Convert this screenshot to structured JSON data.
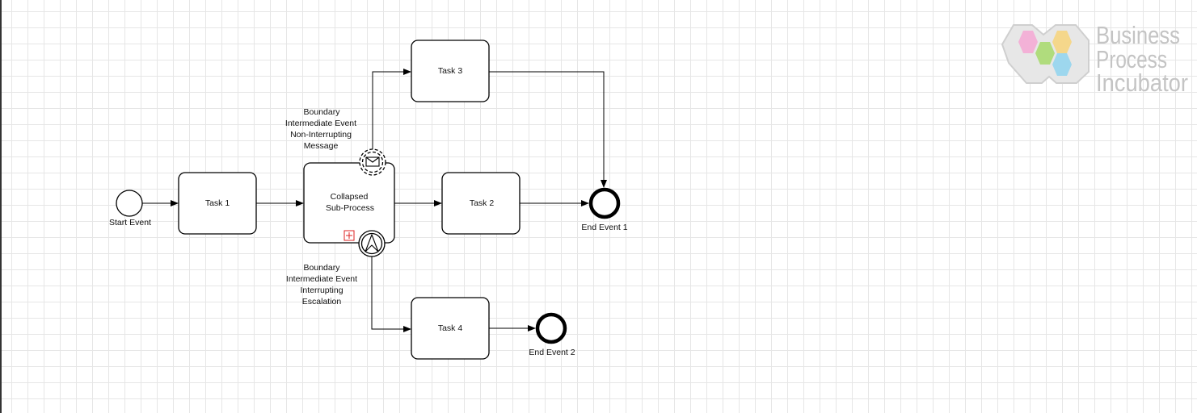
{
  "diagram": {
    "start_event": "Start Event",
    "tasks": {
      "task1": "Task 1",
      "task2": "Task 2",
      "task3": "Task 3",
      "task4": "Task 4"
    },
    "subprocess": {
      "line1": "Collapsed",
      "line2": "Sub-Process"
    },
    "boundary_message": {
      "lines": [
        "Boundary",
        "Intermediate Event",
        "Non-Interrupting",
        "Message"
      ]
    },
    "boundary_escalation": {
      "lines": [
        "Boundary",
        "Intermediate Event",
        "Interrupting",
        "Escalation"
      ]
    },
    "end_event_1": "End Event 1",
    "end_event_2": "End Event 2"
  },
  "logo": {
    "lines": [
      "Business",
      "Process",
      "Incubator"
    ],
    "colors": [
      "#f4a7d3",
      "#f7d47a",
      "#a6d96a",
      "#8fd3ee"
    ]
  },
  "icons": {
    "message": "envelope-icon",
    "escalation": "escalation-arrow-icon",
    "collapsed_marker": "plus-marker-icon"
  }
}
